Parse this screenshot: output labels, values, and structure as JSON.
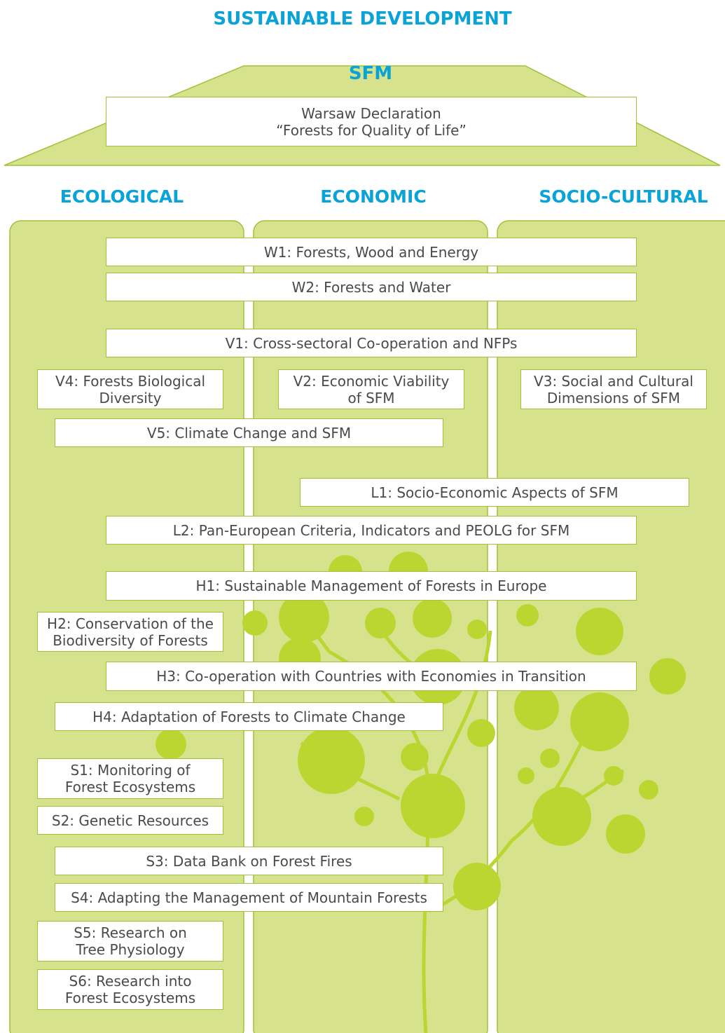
{
  "title": "SUSTAINABLE DEVELOPMENT",
  "roof": {
    "label": "SFM",
    "declaration": "Warsaw Declaration\n“Forests for Quality of Life”"
  },
  "pillars": {
    "ecological": "ECOLOGICAL",
    "economic": "ECONOMIC",
    "socio_cultural": "SOCIO-CULTURAL"
  },
  "resolutions": {
    "w1": "W1: Forests, Wood and Energy",
    "w2": "W2: Forests and Water",
    "v1": "V1: Cross-sectoral Co-operation and NFPs",
    "v4": "V4: Forests Biological\nDiversity",
    "v2": "V2: Economic Viability\nof SFM",
    "v3": "V3: Social and Cultural\nDimensions of SFM",
    "v5": "V5: Climate Change and SFM",
    "l1": "L1: Socio-Economic Aspects of SFM",
    "l2": "L2: Pan-European Criteria, Indicators and PEOLG for SFM",
    "h1": "H1: Sustainable Management of Forests in Europe",
    "h2": "H2: Conservation of the\nBiodiversity of Forests",
    "h3": "H3: Co-operation with Countries with Economies in Transition",
    "h4": "H4: Adaptation of Forests to Climate Change",
    "s1": "S1: Monitoring of\nForest Ecosystems",
    "s2": "S2: Genetic Resources",
    "s3": "S3: Data Bank on Forest Fires",
    "s4": "S4: Adapting the Management of Mountain Forests",
    "s5": "S5: Research on\nTree Physiology",
    "s6": "S6: Research into\nForest Ecosystems"
  },
  "colors": {
    "heading": "#0aa3d8",
    "pillar_fill": "#d6e38c",
    "pillar_border": "#9ec33a",
    "circle_fill": "#bcd631",
    "box_text": "#4a4a4a"
  }
}
